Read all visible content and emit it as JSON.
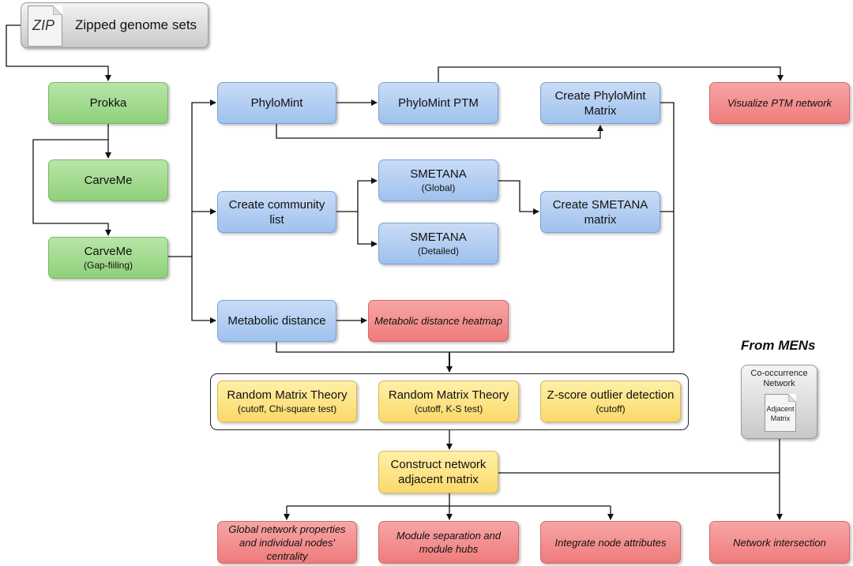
{
  "zip": {
    "icon": "zip-file-icon",
    "label": "ZIP",
    "title": "Zipped genome sets"
  },
  "nodes": {
    "prokka": {
      "line1": "Prokka",
      "line2": ""
    },
    "carveme": {
      "line1": "CarveMe",
      "line2": ""
    },
    "carveme_gap": {
      "line1": "CarveMe",
      "line2": "(Gap-fiiling)"
    },
    "phylomint": {
      "line1": "PhyloMint",
      "line2": ""
    },
    "phylomint_ptm": {
      "line1": "PhyloMint PTM",
      "line2": ""
    },
    "create_phylomint": {
      "line1": "Create PhyloMint",
      "line2": "Matrix"
    },
    "visualize_ptm": {
      "line1": "Visualize PTM network",
      "line2": ""
    },
    "community_list": {
      "line1": "Create community",
      "line2": "list"
    },
    "smetana_global": {
      "line1": "SMETANA",
      "line2": "(Global)"
    },
    "smetana_detailed": {
      "line1": "SMETANA",
      "line2": "(Detailed)"
    },
    "create_smetana": {
      "line1": "Create SMETANA",
      "line2": "matrix"
    },
    "metabolic_distance": {
      "line1": "Metabolic distance",
      "line2": ""
    },
    "metabolic_heatmap": {
      "line1": "Metabolic distance heatmap",
      "line2": ""
    },
    "rmt_chi": {
      "line1": "Random Matrix Theory",
      "line2": "(cutoff, Chi-square test)"
    },
    "rmt_ks": {
      "line1": "Random Matrix Theory",
      "line2": "(cutoff, K-S test)"
    },
    "zscore": {
      "line1": "Z-score outlier detection",
      "line2": "(cutoff)"
    },
    "construct": {
      "line1": "Construct network",
      "line2": "adjacent matrix"
    },
    "global_props": {
      "line1": "Global network properties",
      "line2": "and individual nodes'",
      "line3": "centrality"
    },
    "module_sep": {
      "line1": "Module separation and",
      "line2": "module hubs"
    },
    "integrate": {
      "line1": "Integrate node attributes",
      "line2": ""
    },
    "intersection": {
      "line1": "Network intersection",
      "line2": ""
    }
  },
  "men": {
    "title": "From MENs",
    "box_line1": "Co-occurrence",
    "box_line2": "Network",
    "doc_line1": "Adjacent",
    "doc_line2": "Matrix"
  },
  "colors": {
    "green": "#8fd07a",
    "blue": "#9fc1ee",
    "red": "#ef7b7b",
    "yellow": "#fbd96a"
  }
}
